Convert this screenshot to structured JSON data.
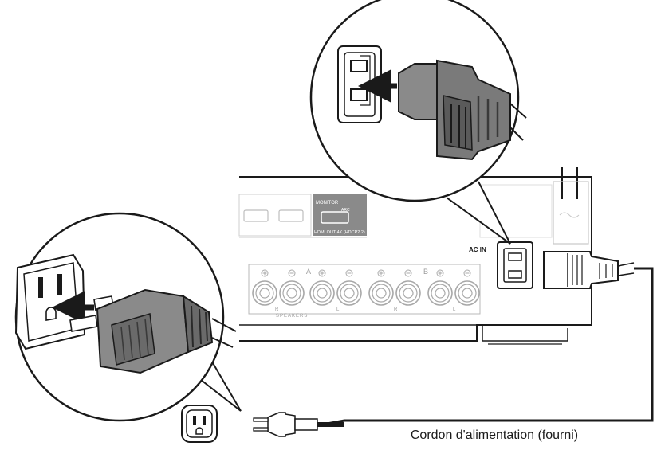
{
  "diagram": {
    "caption": "Cordon d'alimentation (fourni)",
    "panel_labels": {
      "ac_in": "AC IN",
      "monitor": "MONITOR",
      "arc": "ARC",
      "hdmi_out": "HDMI OUT 4K (HDCP2.2)",
      "speakers": "SPEAKERS",
      "zone_a": "A",
      "zone_b": "B",
      "channel_r": "R",
      "channel_l": "L"
    },
    "colors": {
      "line": "#1a1a1a",
      "gray_label": "#8c8c8c",
      "plug_gray": "#7a7a7a",
      "plug_dark": "#3a3a3a",
      "panel_fill": "#f4f4f4"
    }
  }
}
